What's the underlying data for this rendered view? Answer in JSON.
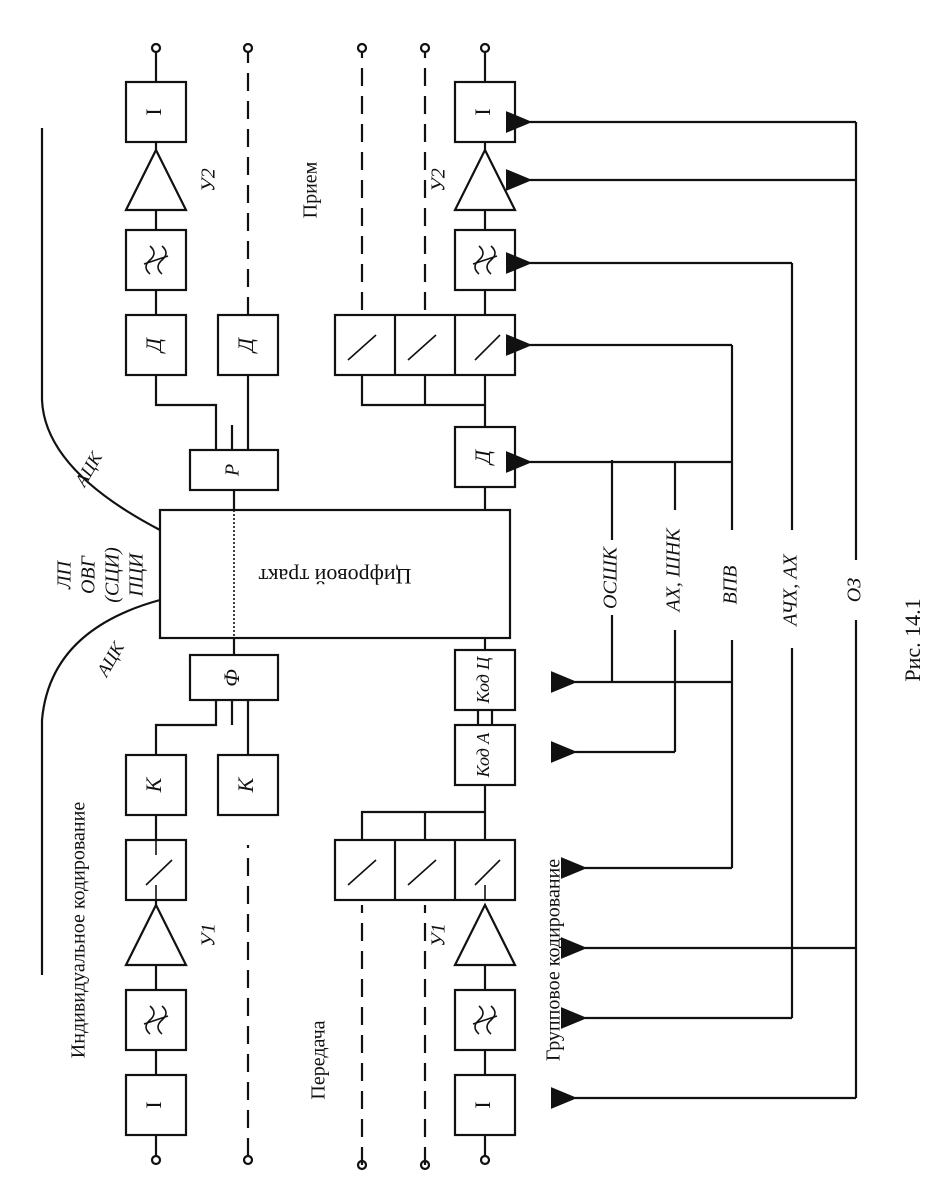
{
  "labels": {
    "individual_coding": "Индивидуальное кодирование",
    "group_coding": "Групповое кодирование",
    "transmit": "Передача",
    "receive": "Прием",
    "digital_path": "Цифровой тракт",
    "lp": "ЛП",
    "ovg": "ОВГ",
    "sci": "(СЦИ)",
    "pci": "ПЦИ",
    "acp_left": "АЦК",
    "acp_right": "АЦК",
    "amp_tx": "У1",
    "amp_tx2": "У1",
    "amp_rx": "У2",
    "amp_rx2": "У2",
    "figure_caption": "Рис. 14.1"
  },
  "blocks": {
    "source": "I",
    "coder": "К",
    "former": "Ф",
    "receiver": "Р",
    "decoder": "Д",
    "code_a": "Код А",
    "code_c": "Код Ц"
  },
  "control_lines": {
    "osshk": "ОСШК",
    "ah_shnk": "АХ, ШНК",
    "vpv": "ВПВ",
    "achh_ah": "АЧХ, АХ",
    "oz": "ОЗ"
  }
}
